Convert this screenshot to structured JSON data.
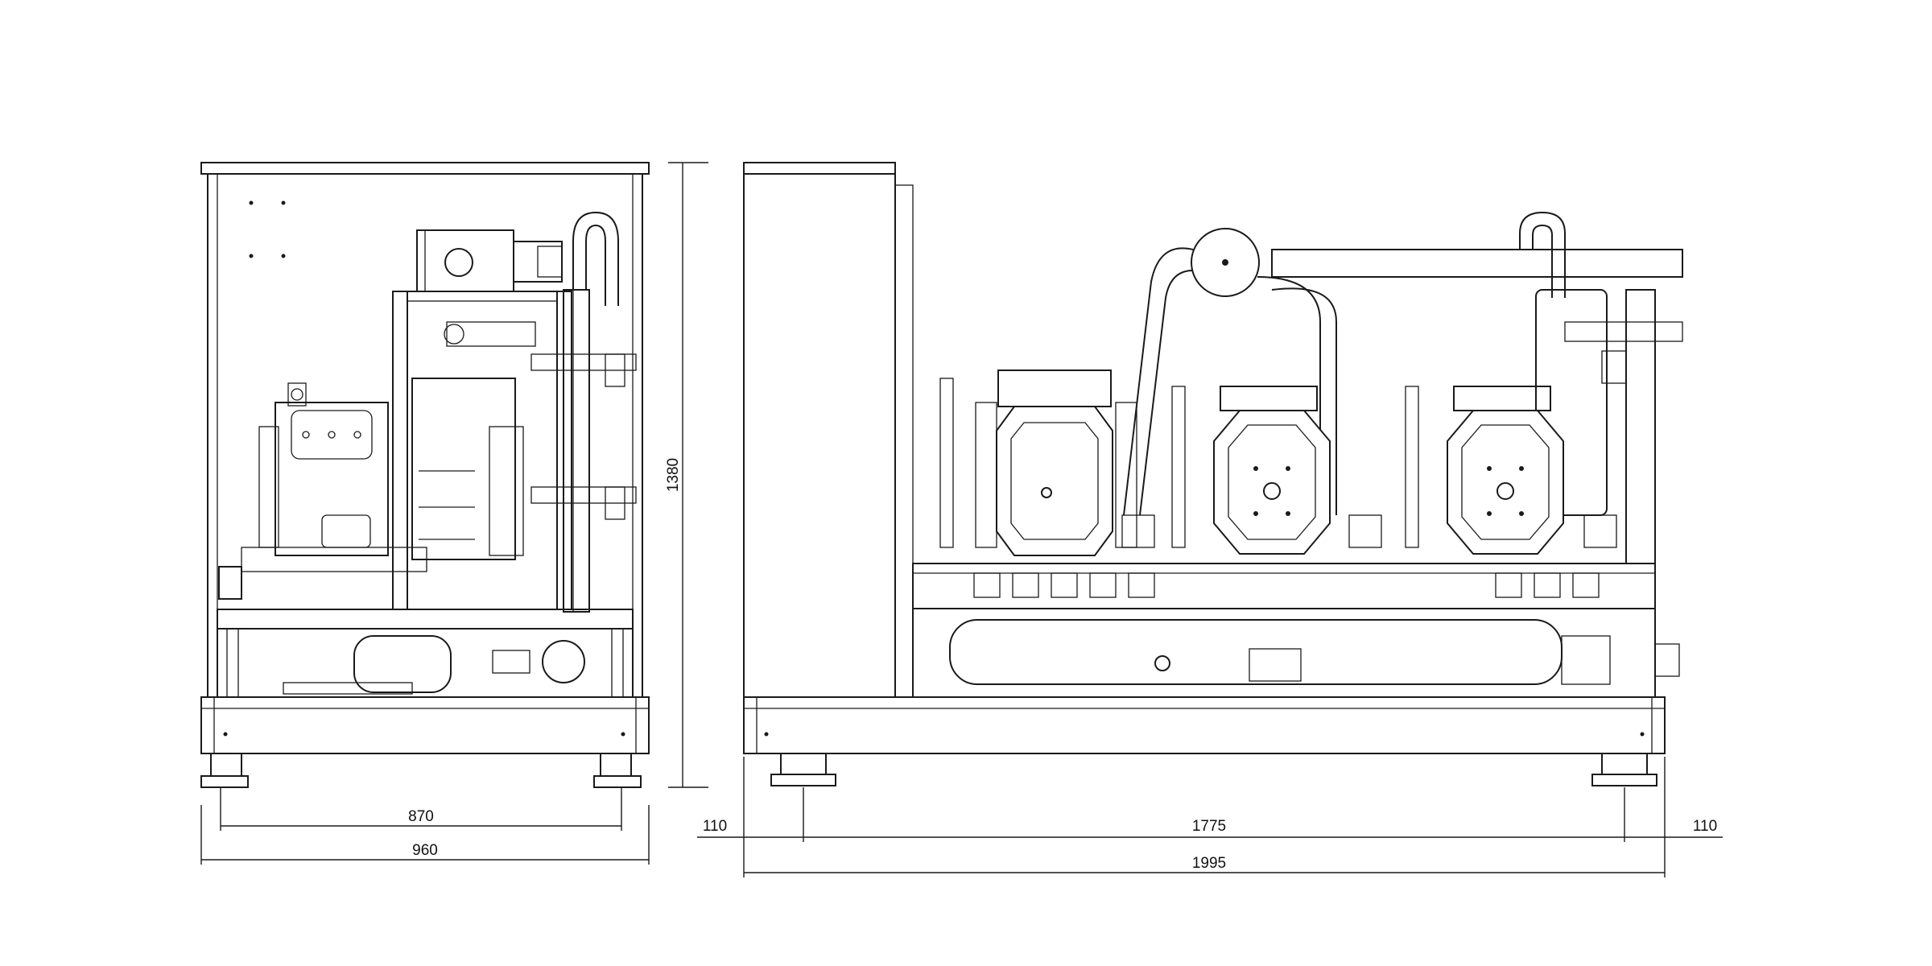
{
  "dimensions": {
    "height": "1380",
    "side_inner_width": "870",
    "side_total_width": "960",
    "front_left_offset": "110",
    "front_foot_span": "1775",
    "front_right_offset": "110",
    "front_total_width": "1995"
  },
  "colors": {
    "line": "#1a1a1a",
    "background": "#ffffff"
  }
}
